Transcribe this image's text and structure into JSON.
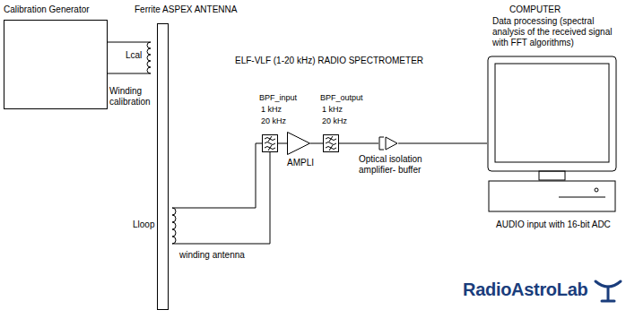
{
  "diagram": {
    "nodes": [
      {
        "text": [
          "Calibration Generator"
        ]
      },
      {
        "text": [
          "Ferrite ASPEX ANTENNA"
        ]
      },
      {
        "text": [
          "BPF_input",
          "1 kHz",
          "20 kHz"
        ]
      },
      {
        "text": [
          "AMPLI"
        ]
      },
      {
        "text": [
          "BPF_output",
          "1 kHz",
          "20 kHz"
        ]
      },
      {
        "text": [
          "Optical isolation amplifier- buffer"
        ]
      },
      {
        "text": [
          "COMPUTER",
          "Data processing (spectral analysis of the received signal with FFT algorithms)",
          "AUDIO input with 16-bit ADC"
        ]
      }
    ],
    "edges": [
      {
        "from": 2,
        "to": 3,
        "arrow": "none"
      },
      {
        "from": 3,
        "to": 4,
        "arrow": "none"
      },
      {
        "from": 4,
        "to": 5,
        "arrow": "none"
      },
      {
        "from": 5,
        "to": 6,
        "arrow": "none"
      }
    ],
    "labels": [
      "Lcal",
      "Winding calibration",
      "ELF-VLF (1-20 kHz) RADIO SPECTROMETER",
      "Lloop",
      "winding antenna",
      "RadioAstroLab"
    ]
  }
}
